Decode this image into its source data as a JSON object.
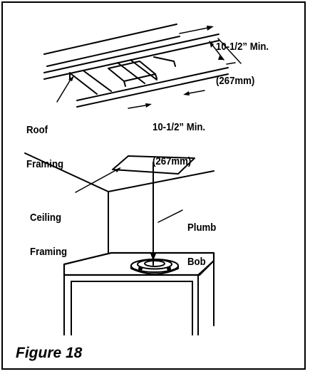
{
  "labels": {
    "top_dim_line1": "10-1/2” Min.",
    "top_dim_line2": "(267mm)",
    "mid_dim_line1": "10-1/2” Min.",
    "mid_dim_line2": "(267mm)",
    "roof_line1": "Roof",
    "roof_line2": "Framing",
    "ceiling_line1": "Ceiling",
    "ceiling_line2": "Framing",
    "plumb_line1": "Plumb",
    "plumb_line2": "Bob"
  },
  "caption": "Figure 18"
}
